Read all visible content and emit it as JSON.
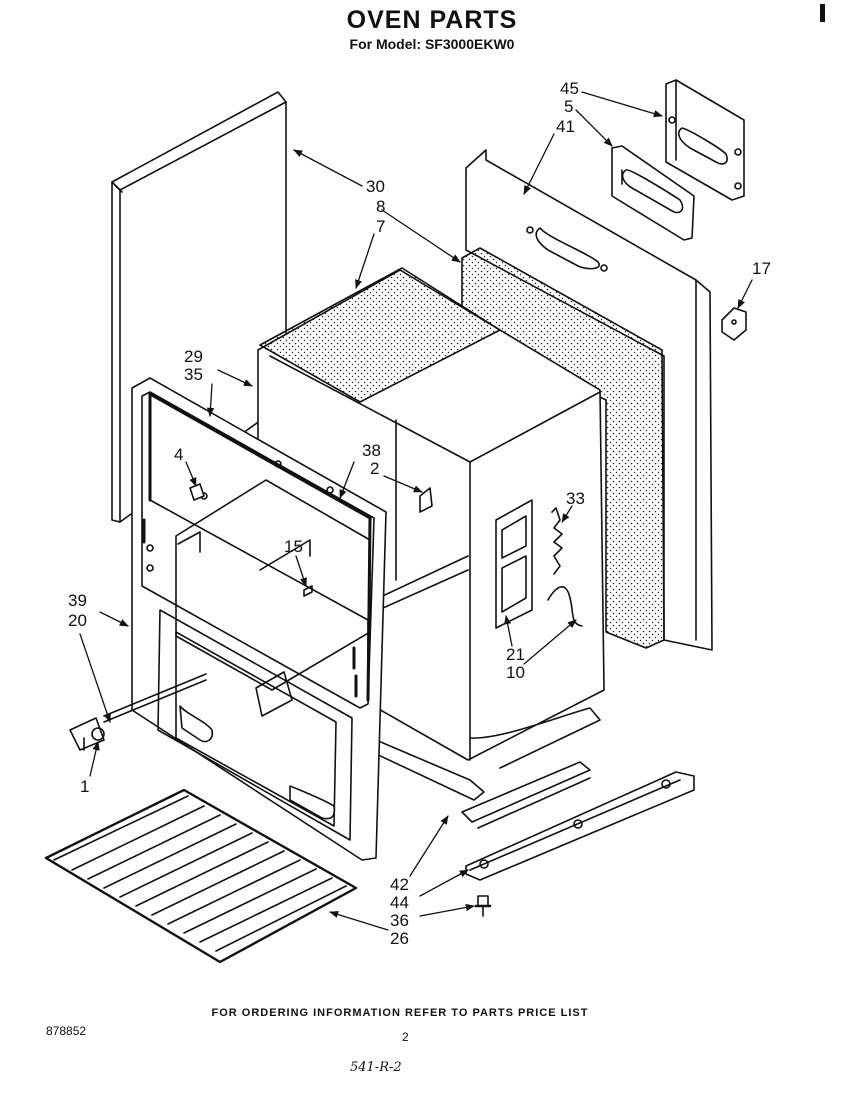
{
  "header": {
    "title": "OVEN PARTS",
    "subtitle": "For Model: SF3000EKW0"
  },
  "footer": {
    "ordering_note": "FOR ORDERING INFORMATION REFER TO PARTS PRICE LIST",
    "document_number": "878852",
    "page_number": "2",
    "handwritten_code": "541-R-2"
  },
  "callouts": {
    "c45": "45",
    "c5": "5",
    "c41": "41",
    "c30": "30",
    "c8": "8",
    "c7": "7",
    "c17": "17",
    "c29": "29",
    "c35": "35",
    "c38": "38",
    "c2": "2",
    "c4": "4",
    "c33": "33",
    "c15": "15",
    "c39": "39",
    "c20": "20",
    "c21": "21",
    "c10": "10",
    "c1": "1",
    "c42": "42",
    "c44": "44",
    "c36": "36",
    "c26": "26"
  }
}
